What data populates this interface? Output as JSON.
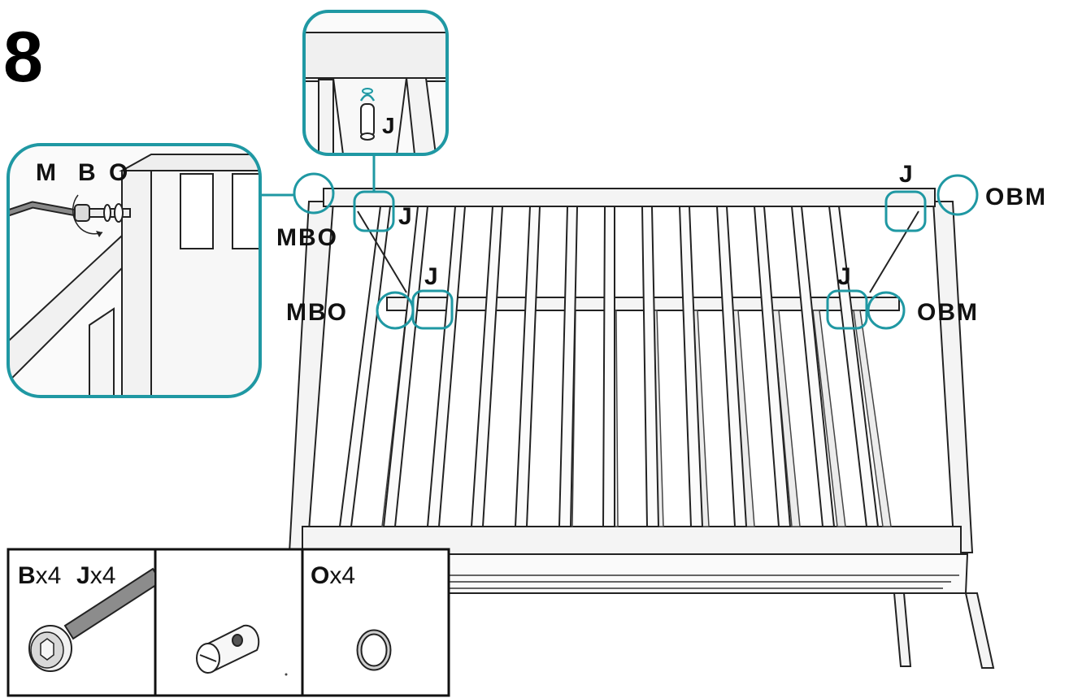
{
  "step": {
    "number": "8"
  },
  "callout_labels": {
    "zoom_bolt": {
      "m": "M",
      "b": "B",
      "o": "O"
    },
    "zoom_pin": {
      "j": "J"
    },
    "top_left_mbo": "MBO",
    "top_left_j": "J",
    "top_right_j": "J",
    "top_right_obm": "OBM",
    "mid_left_mbo": "MBO",
    "mid_left_j": "J",
    "mid_right_j": "J",
    "mid_right_obm": "OBM"
  },
  "parts": [
    {
      "letter": "B",
      "count": "x4"
    },
    {
      "letter": "J",
      "count": "x4"
    },
    {
      "letter": "O",
      "count": "x4"
    }
  ],
  "colors": {
    "accent": "#1f98a3",
    "line": "#222222",
    "fill": "#f2f2f2"
  },
  "icons": [
    "allen-key-icon",
    "bolt-icon",
    "cross-dowel-icon",
    "washer-icon",
    "rotation-arrow-icon"
  ]
}
